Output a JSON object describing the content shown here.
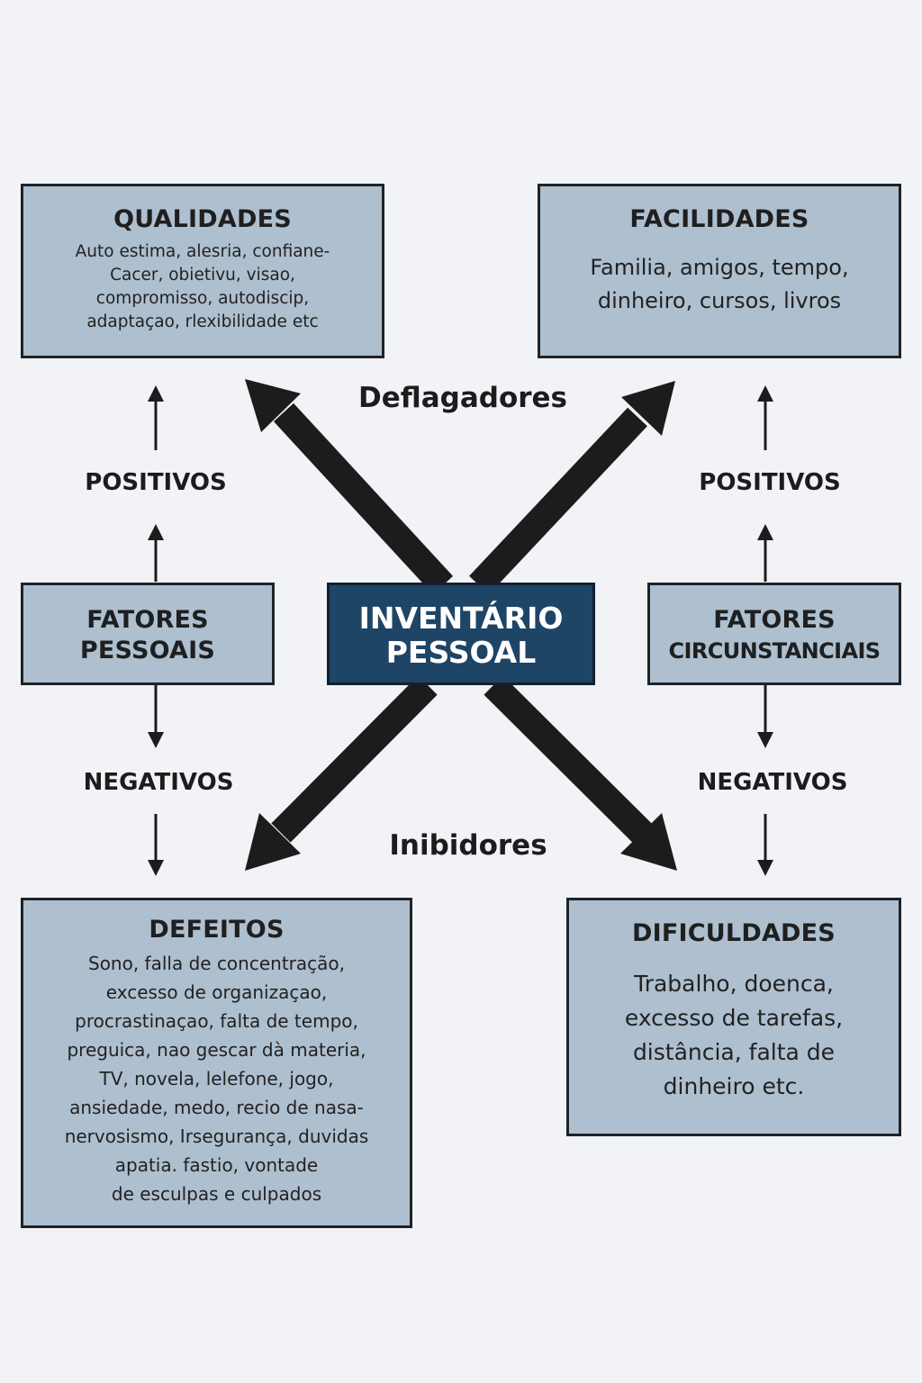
{
  "center": {
    "line1": "INVENTÁRIO",
    "line2": "PESSOAL"
  },
  "labels": {
    "deflagradores": "Deflagadores",
    "inibidores": "Inibidores",
    "positivos_left": "POSITIVOS",
    "positivos_right": "POSITIVOS",
    "negativos_left": "NEGATIVOS",
    "negativos_right": "NEGATIVOS"
  },
  "qualidades": {
    "title": "QUALIDADES",
    "lines": [
      "Auto estima, alesria, confiane-",
      "Cacer, obietivu, visao,",
      "compromisso, autodiscip,",
      "adaptaçao, rlexibilidade etc"
    ]
  },
  "facilidades": {
    "title": "FACILIDADES",
    "lines": [
      "Familia, amigos, tempo,",
      "dinheiro, cursos, livros"
    ]
  },
  "fatores_pessoais": {
    "line1": "FATORES",
    "line2": "PESSOAIS"
  },
  "fatores_circunstanciais": {
    "line1": "FATORES",
    "line2": "CIRCUNSTANCIAIS"
  },
  "defeitos": {
    "title": "DEFEITOS",
    "lines": [
      "Sono, falla de concentração,",
      "excesso de organizaçao,",
      "procrastinaçao, falta de tempo,",
      "preguica, nao gescar dà materia,",
      "TV, novela, lelefone, jogo,",
      "ansiedade, medo, recio de nasa-",
      "nervosismo, Irsegurança, duvidas",
      "apatia. fastio, vontade",
      "de esculpas e culpados"
    ]
  },
  "dificuldades": {
    "title": "DIFICULDADES",
    "lines": [
      "Trabalho, doenca,",
      "excesso de tarefas,",
      "distância, falta de",
      "dinheiro etc."
    ]
  },
  "colors": {
    "box_fill": "#aebfcf",
    "center_fill": "#1e4466",
    "arrow": "#1c1c1c",
    "background": "#f1f3f6"
  }
}
